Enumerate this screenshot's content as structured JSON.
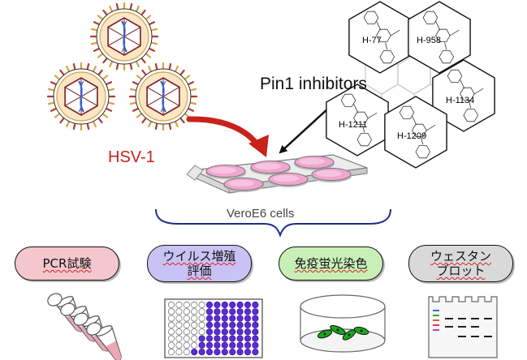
{
  "virus_label": "HSV-1",
  "inhibitor_label": "Pin1 inhibitors",
  "cell_label": "VeroE6 cells",
  "compounds": [
    "H-77",
    "H-958",
    "H-1134",
    "H-1211",
    "H-1209"
  ],
  "assays": [
    {
      "line1": "PCR試験",
      "line2": "",
      "fill": "#f4c6cd"
    },
    {
      "line1": "ウイルス増殖",
      "line2": "評価",
      "fill": "#c9c2f4"
    },
    {
      "line1": "免疫蛍光染色",
      "line2": "",
      "fill": "#c9efb8"
    },
    {
      "line1": "ウェスタン",
      "line2": "ブロット",
      "fill": "#d9d9d9"
    }
  ],
  "colors": {
    "arrow_red": "#c8221b",
    "virus_label": "#c8221b",
    "plaque": "#5a2bd6",
    "well": "#f0a6cf"
  }
}
